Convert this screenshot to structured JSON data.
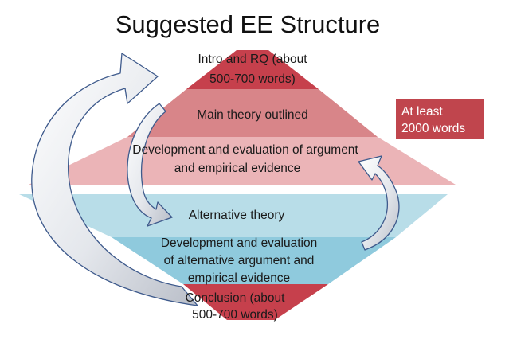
{
  "title": "Suggested EE Structure",
  "sections": {
    "intro": [
      "Intro and RQ (about",
      "500-700 words)"
    ],
    "main_theory": [
      "Main theory outlined"
    ],
    "development_main": [
      "Development and evaluation of argument",
      "and empirical evidence"
    ],
    "alternative_theory": [
      "Alternative theory"
    ],
    "development_alt": [
      "Development and evaluation",
      "of alternative argument and",
      "empirical evidence"
    ],
    "conclusion": [
      "Conclusion (about",
      "500-700 words)"
    ]
  },
  "badge": {
    "lines": [
      "At least",
      "2000 words"
    ]
  },
  "colors": {
    "red_dark": "#c6404c",
    "red_mid": "#d88589",
    "red_light": "#ebb4b7",
    "blue_light": "#b8dde8",
    "blue_mid": "#8fcadd",
    "badge": "#c0454d",
    "arrow_fill": "#cdd1d9",
    "arrow_stroke": "#3e5a8c"
  }
}
